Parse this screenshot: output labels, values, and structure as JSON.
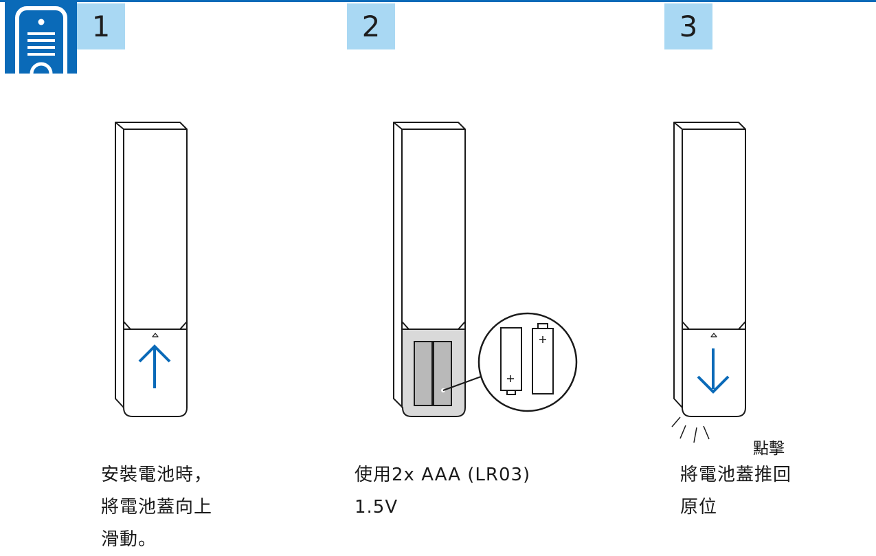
{
  "header": {
    "logo_icon": "remote-control-icon",
    "accent_color": "#0a6ab8",
    "badge_color": "#a9d8f3"
  },
  "steps": [
    {
      "number": "1",
      "caption_lines": [
        "安裝電池時，",
        "將電池蓋向上",
        "滑動。"
      ]
    },
    {
      "number": "2",
      "caption_lines": [
        "使用2x AAA (LR03)",
        "1.5V"
      ]
    },
    {
      "number": "3",
      "caption_lines": [
        "將電池蓋推回",
        "原位"
      ],
      "sound_label": "點擊"
    }
  ]
}
